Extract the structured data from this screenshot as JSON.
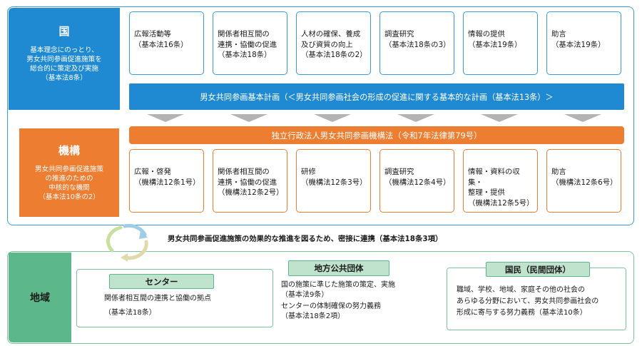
{
  "kuni": {
    "title": "国",
    "desc": [
      "基本理念にのっとり、",
      "男女共同参画促進施策を",
      "総合的に策定及び実施",
      "（基本法8条）"
    ]
  },
  "kuni_cards": [
    {
      "label": "広報活動等",
      "label2": "",
      "ref": "（基本法16条）"
    },
    {
      "label": "関係者相互間の",
      "label2": "連携・協働の促進",
      "ref": "（基本法18条）"
    },
    {
      "label": "人材の確保、養成",
      "label2": "及び資質の向上",
      "ref": "（基本法18条の2）"
    },
    {
      "label": "調査研究",
      "label2": "",
      "ref": "（基本法18条の3）"
    },
    {
      "label": "情報の提供",
      "label2": "",
      "ref": "（基本法19条）"
    },
    {
      "label": "助言",
      "label2": "",
      "ref": "（基本法19条）"
    }
  ],
  "plan_banner": "男女共同参画基本計画（＜男女共同参画社会の形成の促進に関する基本的な計画（基本法13条）＞",
  "law_banner": "独立行政法人男女共同参画機構法（令和7年法律第79号）",
  "kikou": {
    "title": "機構",
    "desc": [
      "男女共同参画促進施策",
      "の推進のための",
      "中核的な機関",
      "（基本法10条の2）"
    ]
  },
  "kikou_cards": [
    {
      "label": "広報・啓発",
      "label2": "",
      "ref": "（機構法12条1号）"
    },
    {
      "label": "関係者相互間の",
      "label2": "連携・協働の促進",
      "ref": "（機構法12条2号）"
    },
    {
      "label": "研修",
      "label2": "",
      "ref": "（機構法12条3号）"
    },
    {
      "label": "調査研究",
      "label2": "",
      "ref": "（機構法12条4号）"
    },
    {
      "label": "情報・資料の収集・",
      "label2": "整理・提供",
      "ref": "（機構法12条5号）"
    },
    {
      "label": "助言",
      "label2": "",
      "ref": "（機構法12条6号）"
    }
  ],
  "cooperation": "男女共同参画促進施策の効果的な推進を図るため、密接に連携（基本法18条3項）",
  "chiiki": {
    "title": "地域"
  },
  "center": {
    "label": "センター",
    "line1": "関係者相互間の連携と協働の拠点",
    "line2": "（基本法18条）"
  },
  "local_gov": {
    "label": "地方公共団体",
    "line1": "国の施策に準じた施策の策定、実施",
    "line2": "（基本法9条）",
    "line3": "センターの体制確保の努力義務",
    "line4": "（基本法18条2項）"
  },
  "citizens": {
    "label": "国民（民間団体）",
    "line1": "職域、学校、地域、家庭その他の社会の",
    "line2": "あらゆる分野において、男女共同参画社会の",
    "line3": "形成に寄与する努力義務（基本法10条）"
  },
  "colors": {
    "kuni": "#1f8ad2",
    "kikou": "#ed7d31",
    "chiiki": "#5cb88a",
    "arrow": "#b3b3b3"
  }
}
